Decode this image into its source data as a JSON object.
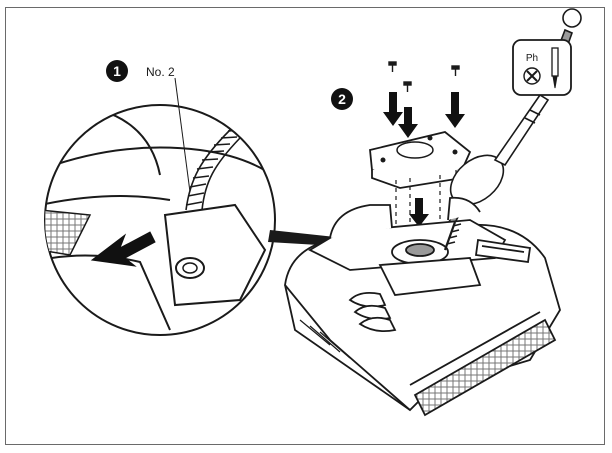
{
  "figure": {
    "step1_number": "1",
    "step1_label": "No. 2",
    "step2_number": "2",
    "tool_label": "Ph",
    "colors": {
      "line": "#1a1a1a",
      "frame": "#6a6a6a",
      "background": "#ffffff",
      "badge": "#111111",
      "shade": "#9a9a9a"
    },
    "icons": [
      "phillips-screwdriver-icon",
      "down-arrow-icon",
      "screw-icon"
    ]
  }
}
